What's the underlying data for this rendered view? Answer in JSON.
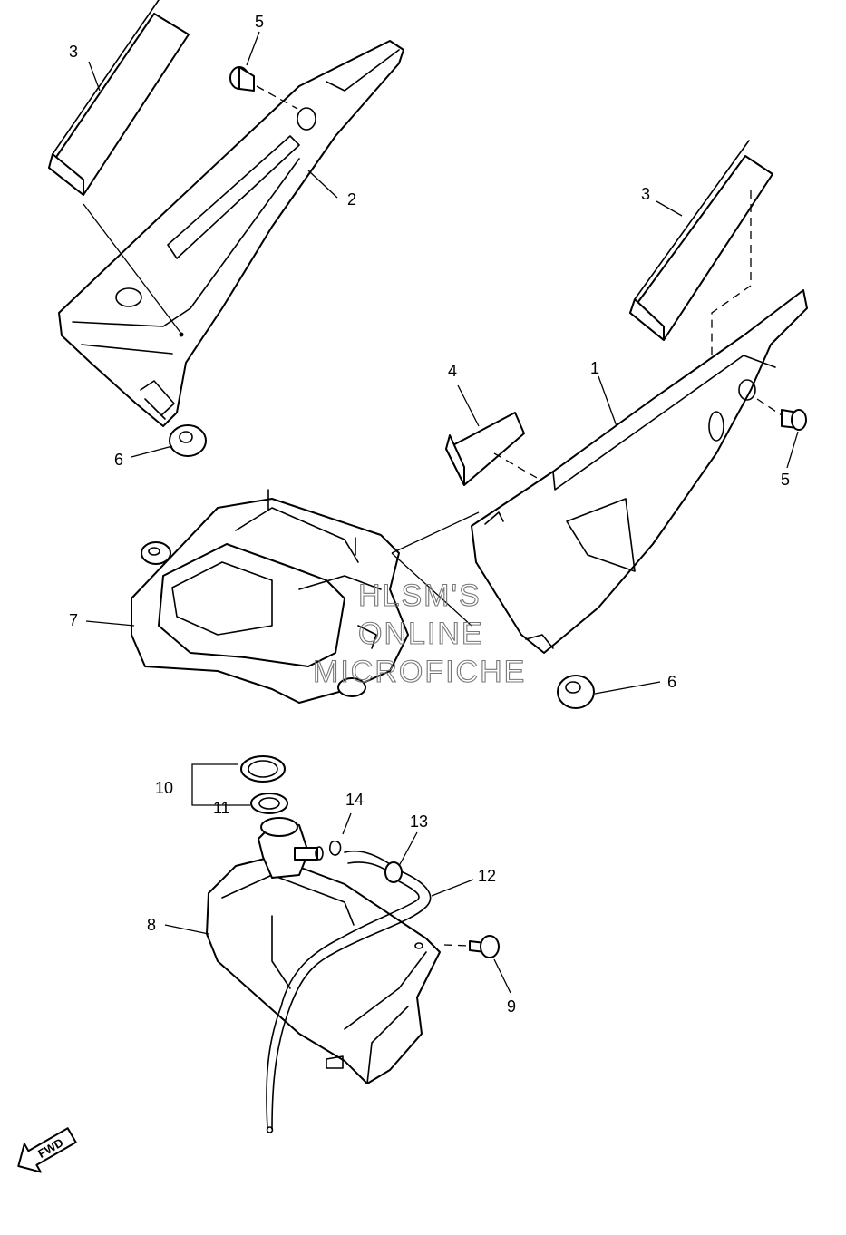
{
  "diagram": {
    "callouts": [
      {
        "id": "c-3a",
        "label": "3"
      },
      {
        "id": "c-5a",
        "label": "5"
      },
      {
        "id": "c-2",
        "label": "2"
      },
      {
        "id": "c-6a",
        "label": "6"
      },
      {
        "id": "c-3b",
        "label": "3"
      },
      {
        "id": "c-4",
        "label": "4"
      },
      {
        "id": "c-1",
        "label": "1"
      },
      {
        "id": "c-5b",
        "label": "5"
      },
      {
        "id": "c-7",
        "label": "7"
      },
      {
        "id": "c-6b",
        "label": "6"
      },
      {
        "id": "c-10",
        "label": "10"
      },
      {
        "id": "c-11",
        "label": "11"
      },
      {
        "id": "c-14",
        "label": "14"
      },
      {
        "id": "c-13",
        "label": "13"
      },
      {
        "id": "c-12",
        "label": "12"
      },
      {
        "id": "c-8",
        "label": "8"
      },
      {
        "id": "c-9",
        "label": "9"
      }
    ],
    "watermark": [
      "HLSM'S",
      "ONLINE",
      "MICROFICHE"
    ],
    "direction_badge": "FWD"
  }
}
